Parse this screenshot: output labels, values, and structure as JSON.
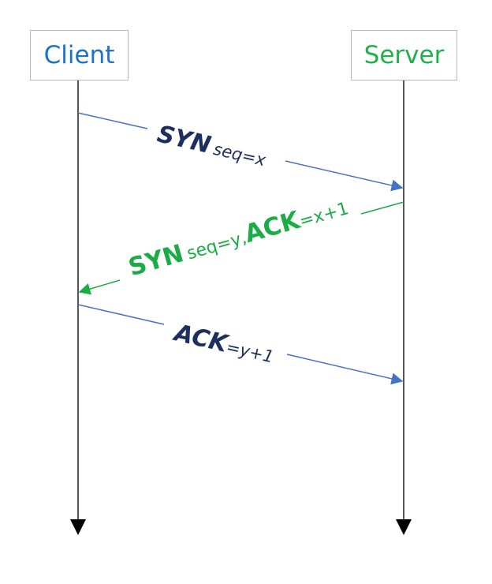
{
  "participants": {
    "client": {
      "label": "Client",
      "color": "#1f72c4"
    },
    "server": {
      "label": "Server",
      "color": "#20b04b"
    }
  },
  "messages": [
    {
      "from": "client",
      "to": "server",
      "keyword": "SYN",
      "detail": "seq=x",
      "line_color": "#4472c4",
      "text_color": "#1c2f5e"
    },
    {
      "from": "server",
      "to": "client",
      "keyword": "SYN",
      "detail": "seq=y,",
      "keyword2": "ACK",
      "detail2": "=x+1",
      "line_color": "#1aad45",
      "text_color": "#1aad45"
    },
    {
      "from": "client",
      "to": "server",
      "keyword": "ACK",
      "detail": "=y+1",
      "line_color": "#4472c4",
      "text_color": "#1c2f5e"
    }
  ],
  "lifeline_color": "#555555"
}
